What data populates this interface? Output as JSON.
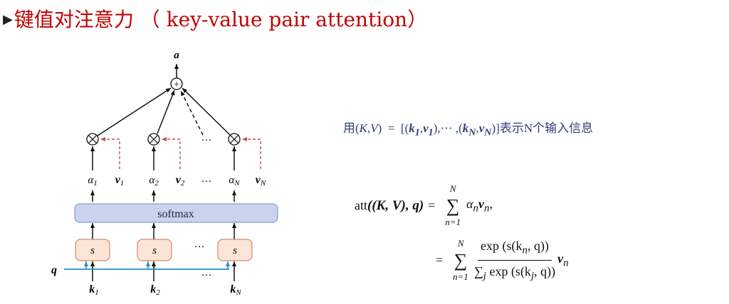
{
  "slide": {
    "title": "键值对注意力 （ key-value pair attention）",
    "bullet_icon": "triangle-right-icon"
  },
  "diagram": {
    "output_label": "a",
    "sum_symbol": "⊕",
    "mul_symbol": "⊗",
    "softmax_label": "softmax",
    "score_label": "s",
    "query_label": "q",
    "ellipsis": "…",
    "columns": [
      {
        "alpha": "α",
        "alpha_sub": "1",
        "v": "v",
        "v_sub": "1",
        "k": "k",
        "k_sub": "1"
      },
      {
        "alpha": "α",
        "alpha_sub": "2",
        "v": "v",
        "v_sub": "2",
        "k": "k",
        "k_sub": "2"
      },
      {
        "alpha": "α",
        "alpha_sub": "N",
        "v": "v",
        "v_sub": "N",
        "k": "k",
        "k_sub": "N"
      }
    ],
    "colors": {
      "softmax_fill": "#c9d3ee",
      "softmax_stroke": "#8a9bd0",
      "score_fill": "#fbe5d6",
      "score_stroke": "#cf8d6c",
      "query_line": "#1f8fc8",
      "value_dash": "#c0504d"
    }
  },
  "definition": {
    "prefix": "用(",
    "K": "K",
    "comma": ",",
    "V": "V",
    "mid": ")  =  [(",
    "k1": "k",
    "k1_sub": "1",
    "v1": "v",
    "v1_sub": "1",
    "ellipsis": "),⋯ ,(",
    "kN": "k",
    "kN_sub": "N",
    "vN": "v",
    "vN_sub": "N",
    "suffix": ")]表示N个输入信息"
  },
  "formula": {
    "lhs_att": "att",
    "lhs_args": "((K, V), q)",
    "eq": "=",
    "sum_top": "N",
    "sum_bottom": "n=1",
    "sigma": "∑",
    "term1": "α",
    "term1_sub": "n",
    "term1_v": "v",
    "term1_v_sub": "n",
    "term1_tail": ",",
    "numerator": "exp (s(k",
    "numerator_sub": "n",
    "numerator_tail": ", q))",
    "denominator_sigma": "∑",
    "denominator_sub": "j",
    "denominator": " exp (s(k",
    "denominator_ksub": "j",
    "denominator_tail": ", q))",
    "term2_v": "v",
    "term2_v_sub": "n"
  }
}
